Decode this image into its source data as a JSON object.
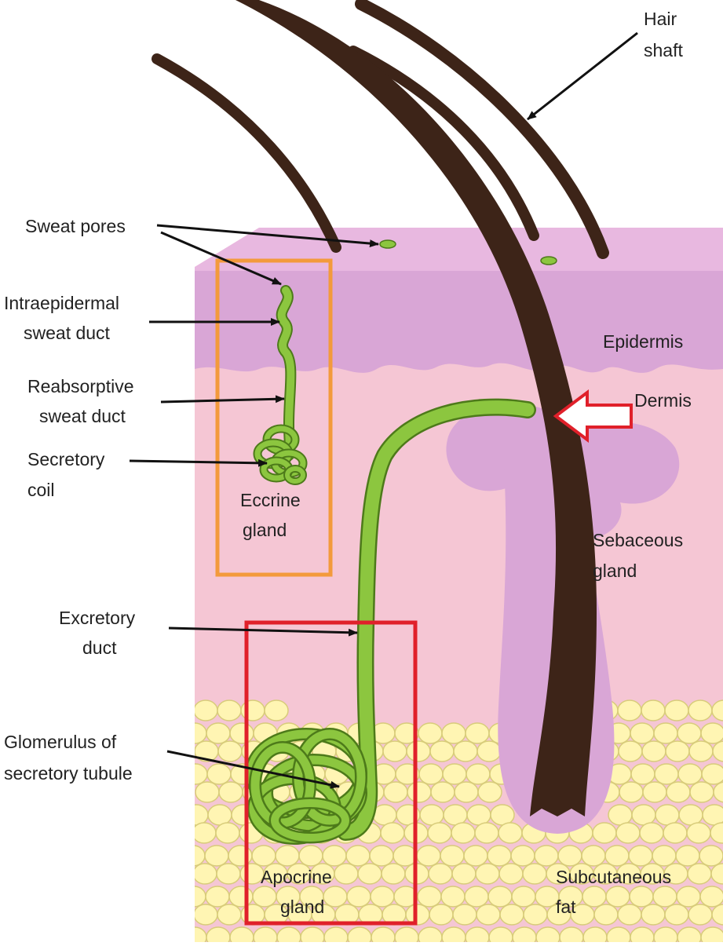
{
  "labels": {
    "hair_shaft": [
      "Hair",
      "shaft"
    ],
    "sweat_pores": "Sweat pores",
    "intraepidermal": [
      "Intraepidermal",
      "sweat duct"
    ],
    "reabsorptive": [
      "Reabsorptive",
      "sweat duct"
    ],
    "secretory_coil": [
      "Secretory",
      "coil"
    ],
    "eccrine": [
      "Eccrine",
      "gland"
    ],
    "excretory": [
      "Excretory",
      "duct"
    ],
    "glomerulus": [
      "Glomerulus of",
      "secretory tubule"
    ],
    "apocrine": [
      "Apocrine",
      "gland"
    ],
    "epidermis": "Epidermis",
    "dermis": "Dermis",
    "sebaceous": [
      "Sebaceous",
      "gland"
    ],
    "subcutaneous": [
      "Subcutaneous",
      "fat"
    ]
  },
  "colors": {
    "dermis": "#f5c6d4",
    "epidermis": "#d9a6d6",
    "skin_top": "#e8b8e0",
    "hair": "#3d2418",
    "gland": "#8cc63f",
    "gland_outline": "#4d7a1a",
    "fat": "#fff5b3",
    "fat_outline": "#d8cc7a",
    "eccrine_box": "#f39a3c",
    "apocrine_box": "#e0202a",
    "dermis_arrow": "#e0202a",
    "text": "#222222"
  }
}
